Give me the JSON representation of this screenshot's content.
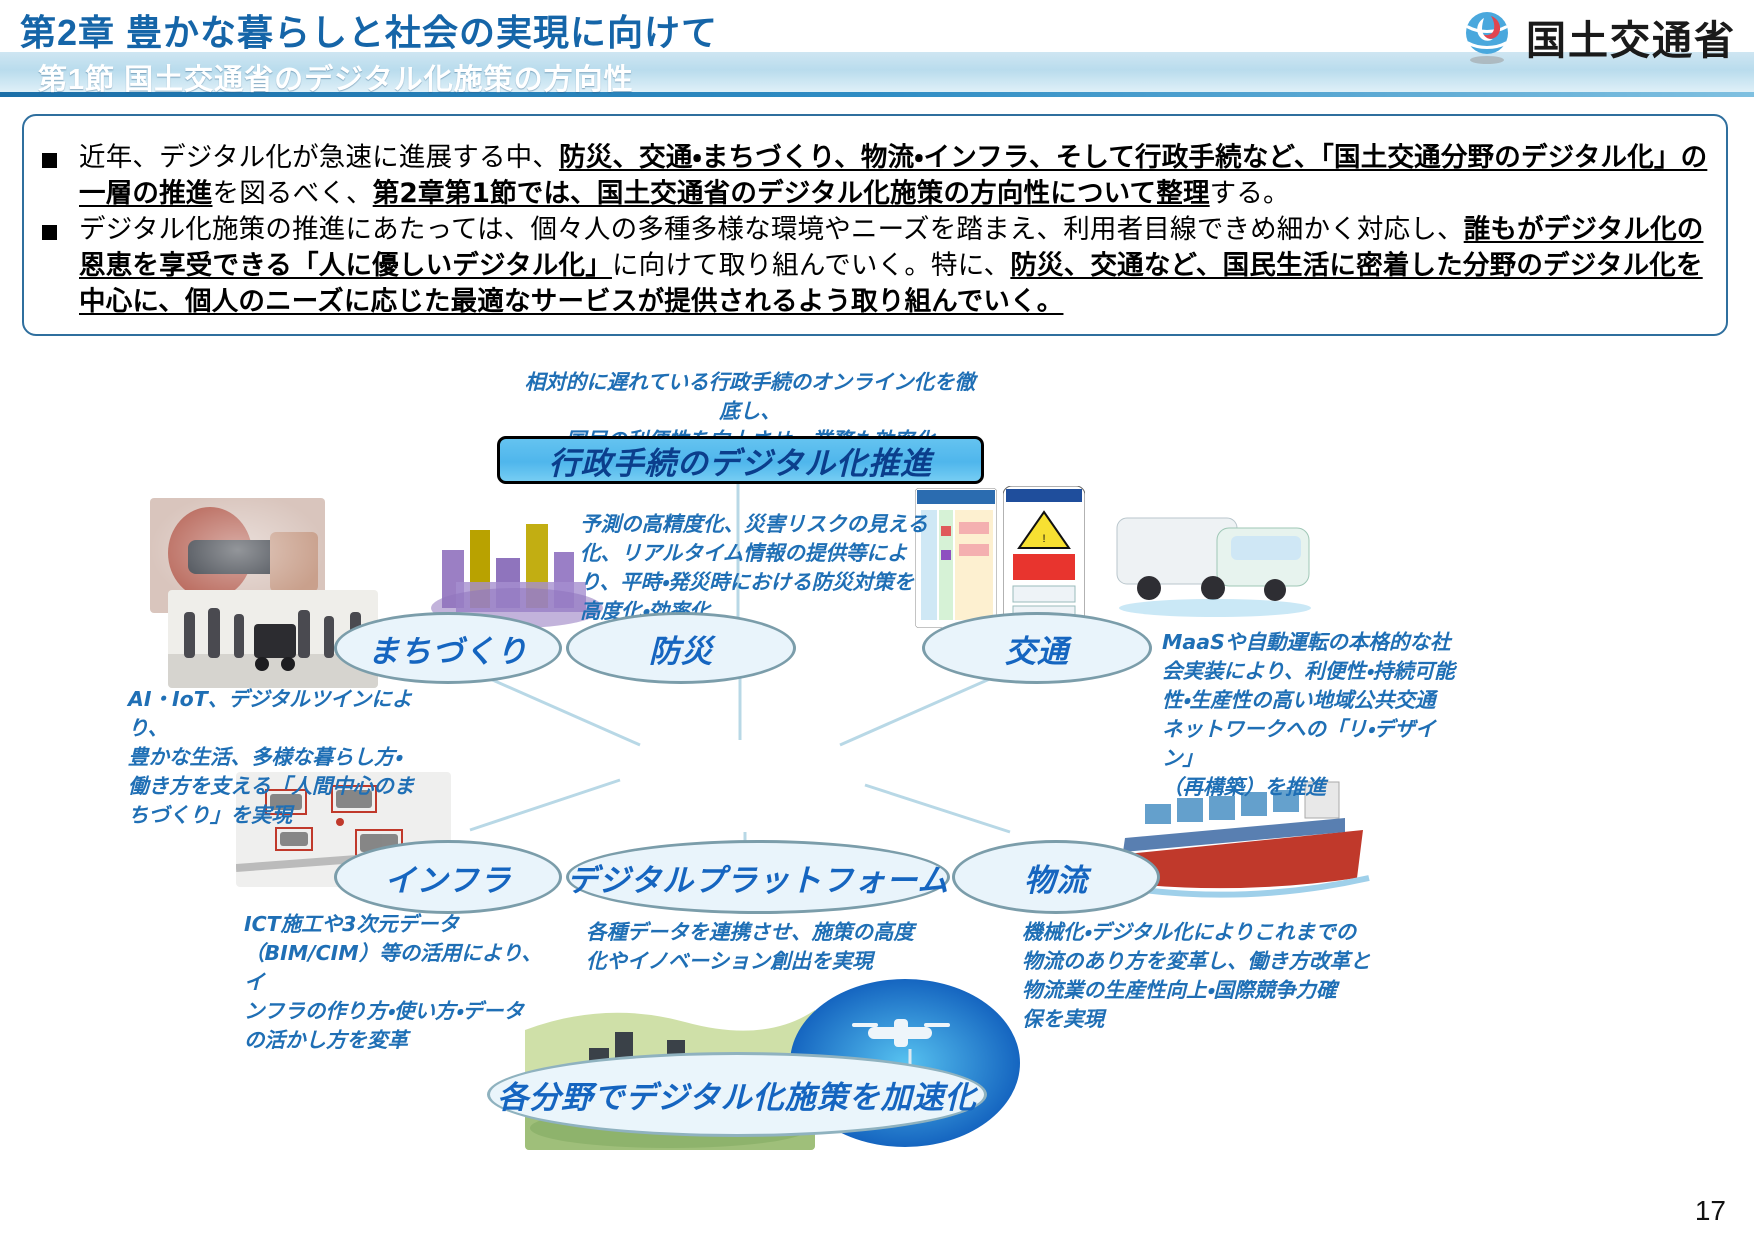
{
  "header": {
    "chapter_title": "第2章  豊かな暮らしと社会の実現に向けて",
    "section_title": "第1節  国土交通省のデジタル化施策の方向性",
    "logo_text": "国土交通省",
    "logo_icon": "mlit-swirl-logo"
  },
  "summary": {
    "bullet_1_html": "近年、デジタル化が急速に進展する中、<b class=\"u\">防災、交通・まちづくり、物流・インフラ、そして行政手続など、「国土交通分野のデジタル化」の一層の推進</b>を図るべく、<b class=\"u\">第2章第1節では、国土交通省のデジタル化施策の方向性について整理</b>する。",
    "bullet_2_html": "デジタル化施策の推進にあたっては、個々人の多種多様な環境やニーズを踏まえ、利用者目線できめ細かく対応し、<b class=\"u\">誰もがデジタル化の恩恵を享受できる「人に優しいデジタル化」</b>に向けて取り組んでいく。特に、<b class=\"u\">防災、交通など、国民生活に密着した分野のデジタル化を中心に、個人のニーズに応じた最適なサービスが提供されるよう取り組んでいく。</b>"
  },
  "diagram": {
    "banner_label": "行政手続のデジタル化推進",
    "banner_note": "相対的に遅れている行政手続のオンライン化を徹底し、\n国民の利便性を向上させ、業務も効率化",
    "center_node": "各分野でデジタル化施策を加速化",
    "nodes": [
      {
        "id": "machizukuri",
        "label": "まちづくり"
      },
      {
        "id": "bousai",
        "label": "防災"
      },
      {
        "id": "koutsuu",
        "label": "交通"
      },
      {
        "id": "infra",
        "label": "インフラ"
      },
      {
        "id": "platform",
        "label": "デジタルプラットフォーム"
      },
      {
        "id": "butsuryu",
        "label": "物流"
      }
    ],
    "notes": [
      {
        "id": "note-bousai",
        "text": "予測の高精度化、災害リスクの見える\n化、リアルタイム情報の提供等によ\nり、平時・発災時における防災対策を\n高度化・効率化"
      },
      {
        "id": "note-koutsuu",
        "text": "MaaSや自動運転の本格的な社\n会実装により、利便性・持続可能\n性・生産性の高い地域公共交通\nネットワークへの「リ・デザイン」\n（再構築）を推進"
      },
      {
        "id": "note-machizukuri",
        "text": "AI・IoT、デジタルツインにより、\n豊かな生活、多様な暮らし方・\n働き方を支える「人間中心のま\nちづくり」を実現"
      },
      {
        "id": "note-infra",
        "text": "ICT施工や3次元データ\n（BIM/CIM）等の活用により、イ\nンフラの作り方・使い方・データ\nの活かし方を変革"
      },
      {
        "id": "note-platform",
        "text": "各種データを連携させ、施策の高度\n化やイノベーション創出を実現"
      },
      {
        "id": "note-butsuryu",
        "text": "機械化・デジタル化によりこれまでの\n物流のあり方を変革し、働き方改革と\n物流業の生産性向上・国際競争力確\n保を実現"
      }
    ],
    "photos": [
      {
        "id": "photo-vr-headset",
        "alt": "VRヘッドセットを使う人"
      },
      {
        "id": "photo-digital-twin-city",
        "alt": "都市の3Dデジタルツイン"
      },
      {
        "id": "photo-hazard-timeline",
        "alt": "マイ・タイムライン画面"
      },
      {
        "id": "photo-evacuation-alert",
        "alt": "避難情報アプリ画面"
      },
      {
        "id": "photo-autonomous-bus",
        "alt": "自動運転バス"
      },
      {
        "id": "photo-street-robot",
        "alt": "歩道を走る配送ロボット"
      },
      {
        "id": "photo-construction-site",
        "alt": "ICT建設現場の点群データ"
      },
      {
        "id": "photo-city-pointcloud",
        "alt": "都市の点群データ"
      },
      {
        "id": "photo-delivery-drone",
        "alt": "物流ドローン"
      },
      {
        "id": "photo-container-ship",
        "alt": "コンテナ船"
      }
    ]
  },
  "page_number": "17",
  "colors": {
    "header_blue": "#1565a8",
    "banner_fill": "#4fb6ec",
    "node_fill": "#e9f4fb",
    "node_border": "#7b9daa",
    "note_blue": "#1f6fb5",
    "link_line": "#b8d8e6"
  }
}
